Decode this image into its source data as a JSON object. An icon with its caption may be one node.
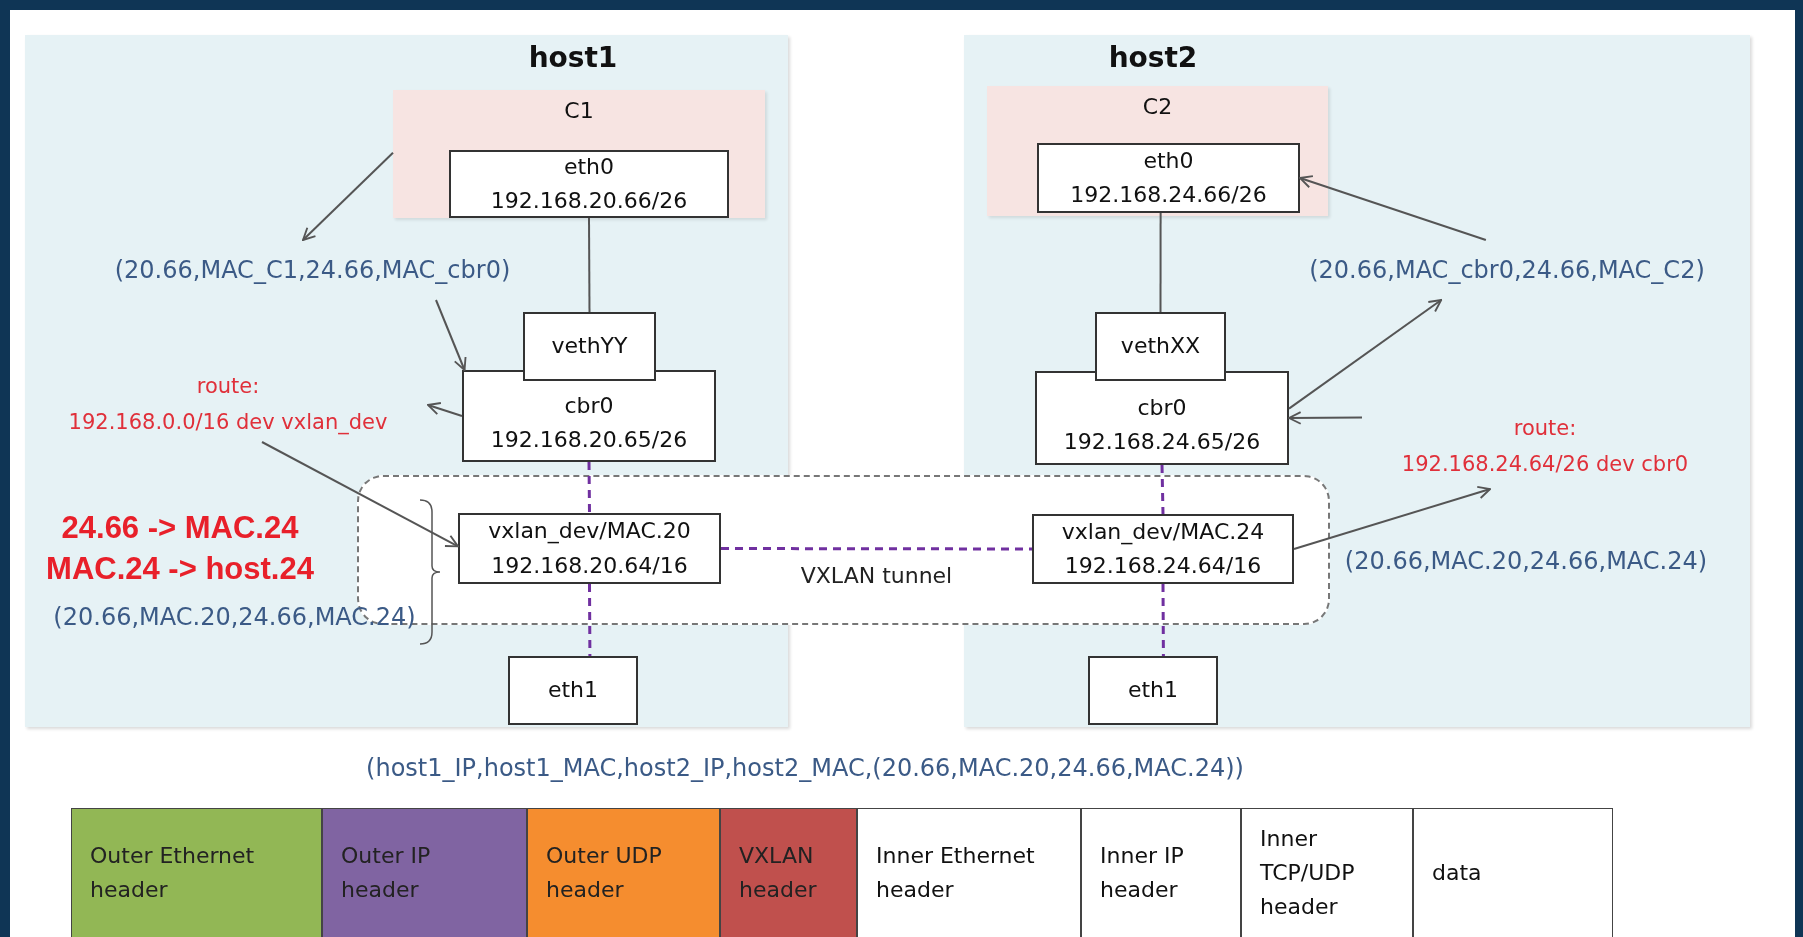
{
  "diagram": {
    "nodes": [
      {
        "text": [
          "host1"
        ]
      },
      {
        "text": [
          "C1"
        ],
        "in": 0
      },
      {
        "text": [
          "eth0",
          "192.168.20.66/26"
        ],
        "in": 1
      },
      {
        "text": [
          "(20.66,MAC_C1,24.66,MAC_cbr0)"
        ],
        "in": 0
      },
      {
        "text": [
          "vethYY"
        ],
        "in": 0
      },
      {
        "text": [
          "cbr0",
          "192.168.20.65/26"
        ],
        "in": 0
      },
      {
        "text": [
          "route:",
          "192.168.0.0/16 dev vxlan_dev"
        ],
        "in": 0
      },
      {
        "text": [
          "eth1"
        ],
        "in": 0
      },
      {
        "text": [
          "host2"
        ]
      },
      {
        "text": [
          "C2"
        ],
        "in": 8
      },
      {
        "text": [
          "eth0",
          "192.168.24.66/26"
        ],
        "in": 9
      },
      {
        "text": [
          "(20.66,MAC_cbr0,24.66,MAC_C2)"
        ],
        "in": 8
      },
      {
        "text": [
          "vethXX"
        ],
        "in": 8
      },
      {
        "text": [
          "cbr0",
          "192.168.24.65/26"
        ],
        "in": 8
      },
      {
        "text": [
          "route:",
          "192.168.24.64/26 dev cbr0"
        ],
        "in": 8
      },
      {
        "text": [
          "eth1"
        ],
        "in": 8
      },
      {
        "text": [
          "vxlan_dev/MAC.20",
          "192.168.20.64/16"
        ],
        "in": 0
      },
      {
        "text": [
          "vxlan_dev/MAC.24",
          "192.168.24.64/16"
        ],
        "in": 8
      },
      {
        "text": [
          "Outer Ethernet header"
        ]
      },
      {
        "text": [
          "Outer IP header"
        ]
      },
      {
        "text": [
          "Outer UDP header"
        ]
      },
      {
        "text": [
          "VXLAN header"
        ]
      },
      {
        "text": [
          "Inner Ethernet header"
        ]
      },
      {
        "text": [
          "Inner IP header"
        ]
      },
      {
        "text": [
          "Inner TCP/UDP header"
        ]
      },
      {
        "text": [
          "data"
        ]
      }
    ],
    "edges": [
      {
        "from": 1,
        "to": 3,
        "arrow": "to"
      },
      {
        "from": 3,
        "to": 5,
        "arrow": "to"
      },
      {
        "from": 5,
        "to": 6,
        "arrow": "to"
      },
      {
        "from": 6,
        "to": 16,
        "arrow": "to"
      },
      {
        "from": 2,
        "to": 4,
        "arrow": "none"
      },
      {
        "from": 5,
        "to": 16,
        "arrow": "none",
        "style": "dashed",
        "color": "#7030a0"
      },
      {
        "from": 16,
        "to": 7,
        "arrow": "none",
        "style": "dashed",
        "color": "#7030a0"
      },
      {
        "from": 11,
        "to": 10,
        "arrow": "to"
      },
      {
        "from": 13,
        "to": 11,
        "arrow": "to"
      },
      {
        "from": 14,
        "to": 13,
        "arrow": "to"
      },
      {
        "from": 17,
        "to": 14,
        "arrow": "to"
      },
      {
        "from": 10,
        "to": 12,
        "arrow": "none"
      },
      {
        "from": 13,
        "to": 17,
        "arrow": "none",
        "style": "dashed",
        "color": "#7030a0"
      },
      {
        "from": 17,
        "to": 15,
        "arrow": "none",
        "style": "dashed",
        "color": "#7030a0"
      },
      {
        "from": 16,
        "to": 17,
        "label": "VXLAN tunnel",
        "arrow": "none",
        "style": "dashed",
        "color": "#7030a0"
      }
    ],
    "labels": [
      "24.66 -> MAC.24",
      "MAC.24 -> host.24",
      "(20.66,MAC.20,24.66,MAC.24)",
      "(20.66,MAC.20,24.66,MAC.24)",
      "(host1_IP,host1_MAC,host2_IP,host2_MAC,(20.66,MAC.20,24.66,MAC.24))"
    ]
  }
}
